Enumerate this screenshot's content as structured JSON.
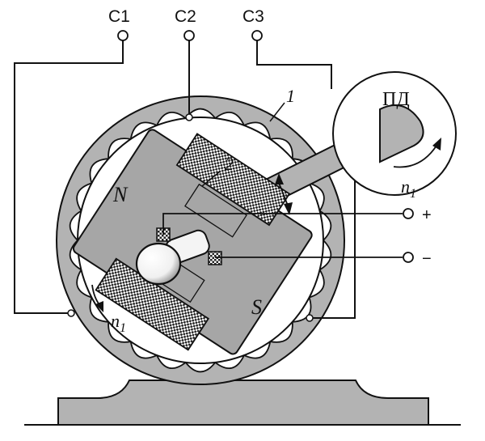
{
  "terminals": {
    "c1": "C1",
    "c2": "C2",
    "c3": "C3"
  },
  "labels": {
    "stator_number": "1",
    "rotor_number": "2",
    "drive_motor": "ПД",
    "north_pole": "N",
    "south_pole": "S",
    "speed_symbol": "n",
    "speed_subscript": "1",
    "dc_plus": "+",
    "dc_minus": "−"
  },
  "colors": {
    "stator": "#b3b3b3",
    "rotor": "#a6a6a6",
    "outline": "#111111",
    "winding": "#ffffff"
  }
}
